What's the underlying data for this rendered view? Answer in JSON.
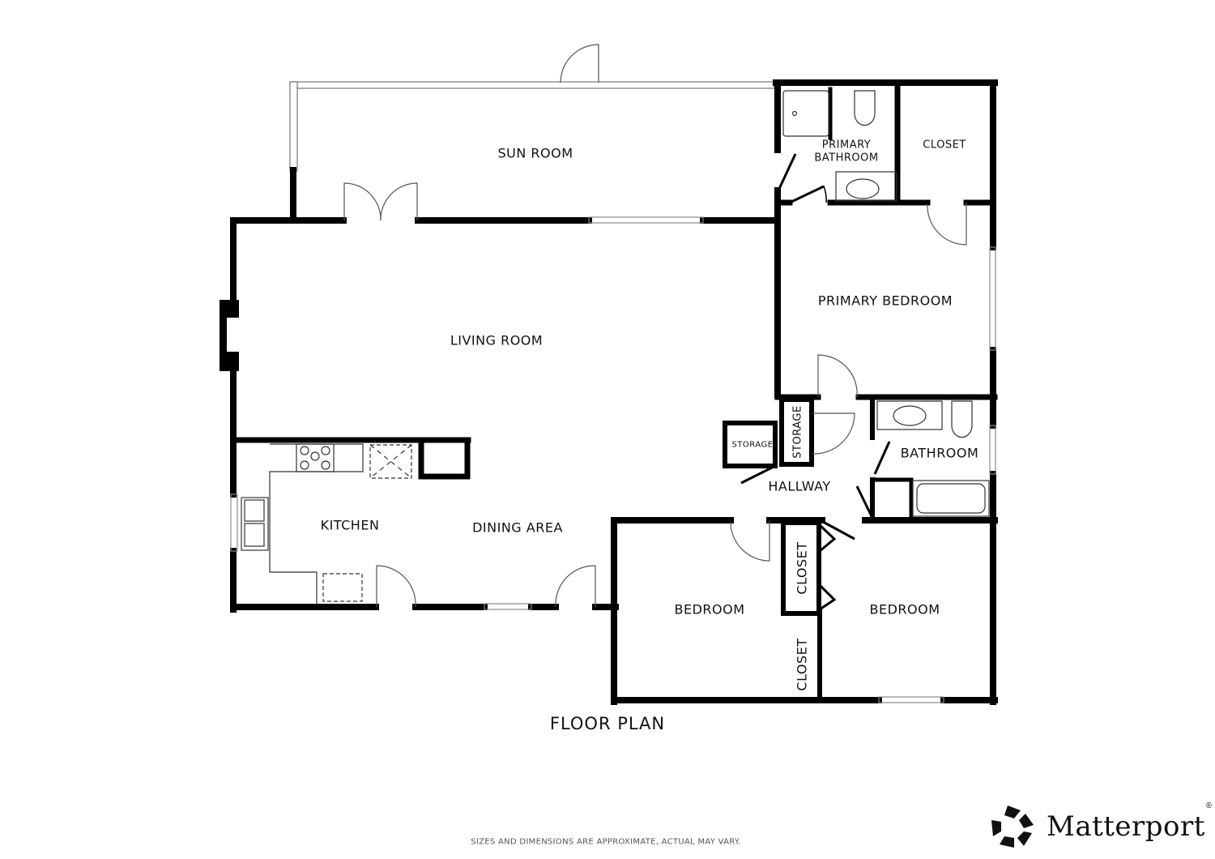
{
  "title": "FLOOR PLAN",
  "disclaimer": "SIZES AND DIMENSIONS ARE APPROXIMATE, ACTUAL MAY VARY.",
  "brand": {
    "name": "Matterport",
    "registered": "®",
    "logo_icon": "matterport-logo-icon"
  },
  "rooms": {
    "sun_room": "SUN ROOM",
    "primary_bathroom_line1": "PRIMARY",
    "primary_bathroom_line2": "BATHROOM",
    "primary_closet": "CLOSET",
    "primary_bedroom": "PRIMARY BEDROOM",
    "living_room": "LIVING ROOM",
    "storage_small": "STORAGE",
    "storage_vertical": "STORAGE",
    "bathroom": "BATHROOM",
    "hallway": "HALLWAY",
    "kitchen": "KITCHEN",
    "dining_area": "DINING AREA",
    "bedroom_left": "BEDROOM",
    "bedroom_right": "BEDROOM",
    "closet_upper": "CLOSET",
    "closet_lower": "CLOSET"
  },
  "colors": {
    "wall": "#000000",
    "fixture": "#333333",
    "window": "#888888",
    "background": "#ffffff",
    "text": "#111111"
  }
}
